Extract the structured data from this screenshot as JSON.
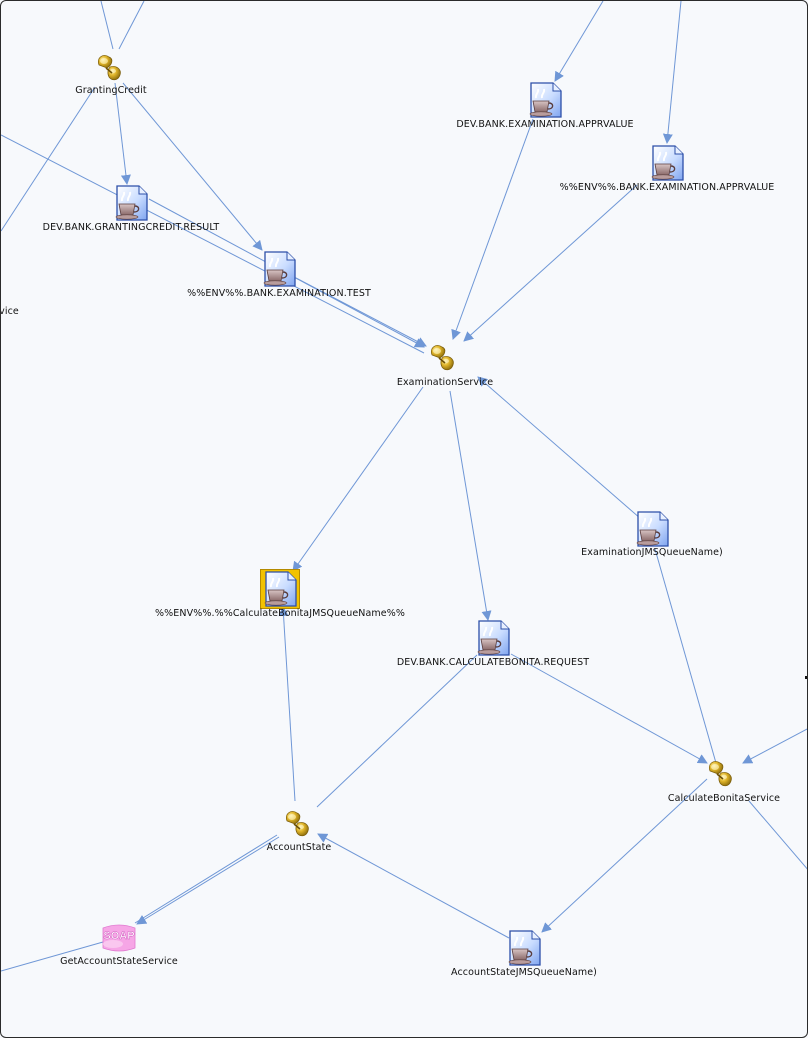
{
  "diagram": {
    "edge_color": "#6f97d6",
    "nodes": [
      {
        "id": "granting-credit",
        "kind": "service",
        "label": "GrantingCredit"
      },
      {
        "id": "dev-bank-examination-apprvalue",
        "kind": "queue",
        "label": "DEV.BANK.EXAMINATION.APPRVALUE"
      },
      {
        "id": "env-bank-examination-apprvalue",
        "kind": "queue",
        "label": "%%ENV%%.BANK.EXAMINATION.APPRVALUE"
      },
      {
        "id": "dev-bank-grantingcredit-result",
        "kind": "queue",
        "label": "DEV.BANK.GRANTINGCREDIT.RESULT"
      },
      {
        "id": "env-bank-examination-test",
        "kind": "queue",
        "label": "%%ENV%%.BANK.EXAMINATION.TEST"
      },
      {
        "id": "partial-service-left",
        "kind": "label-only",
        "label": "vice"
      },
      {
        "id": "examination-service",
        "kind": "service",
        "label": "ExaminationService"
      },
      {
        "id": "examination-jms-queue-name",
        "kind": "queue",
        "label": "ExaminationJMSQueueName)"
      },
      {
        "id": "env-calculate-bonita-jms-queue-name",
        "kind": "queue-selected",
        "label": "%%ENV%%.%%CalculateBonitaJMSQueueName%%"
      },
      {
        "id": "dev-bank-calculatebonita-request",
        "kind": "queue",
        "label": "DEV.BANK.CALCULATEBONITA.REQUEST"
      },
      {
        "id": "calculate-bonita-service",
        "kind": "service",
        "label": "CalculateBonitaService"
      },
      {
        "id": "account-state",
        "kind": "service",
        "label": "AccountState"
      },
      {
        "id": "get-account-state-service",
        "kind": "soap",
        "label": "GetAccountStateService",
        "badge": "SOAP"
      },
      {
        "id": "account-state-jms-queue-name",
        "kind": "queue",
        "label": "AccountStateJMSQueueName)"
      }
    ],
    "edges": [
      {
        "from": "granting-credit",
        "to": "dev-bank-grantingcredit-result",
        "arrow": true
      },
      {
        "from": "granting-credit",
        "to": "env-bank-examination-test",
        "arrow": true
      },
      {
        "from": "dev-bank-examination-apprvalue",
        "to": "examination-service",
        "arrow": true
      },
      {
        "from": "env-bank-examination-apprvalue",
        "to": "examination-service",
        "arrow": true
      },
      {
        "from": "dev-bank-grantingcredit-result",
        "to": "examination-service",
        "arrow": true
      },
      {
        "from": "env-bank-examination-test",
        "to": "examination-service",
        "arrow": true
      },
      {
        "from": "examination-jms-queue-name",
        "to": "examination-service",
        "arrow": true
      },
      {
        "from": "examination-service",
        "to": "env-calculate-bonita-jms-queue-name",
        "arrow": true
      },
      {
        "from": "examination-service",
        "to": "dev-bank-calculatebonita-request",
        "arrow": true
      },
      {
        "from": "examination-jms-queue-name",
        "to": "calculate-bonita-service",
        "arrow": false
      },
      {
        "from": "dev-bank-calculatebonita-request",
        "to": "calculate-bonita-service",
        "arrow": true
      },
      {
        "from": "account-state",
        "to": "env-calculate-bonita-jms-queue-name",
        "arrow": true
      },
      {
        "from": "account-state",
        "to": "dev-bank-calculatebonita-request",
        "arrow": false
      },
      {
        "from": "calculate-bonita-service",
        "to": "account-state-jms-queue-name",
        "arrow": true
      },
      {
        "from": "account-state-jms-queue-name",
        "to": "account-state",
        "arrow": true
      },
      {
        "from": "account-state",
        "to": "get-account-state-service",
        "arrow": true
      },
      {
        "from": "get-account-state-service",
        "to": "account-state",
        "arrow": false
      },
      {
        "from": "offscreen-top-1",
        "to": "granting-credit",
        "arrow": false
      },
      {
        "from": "offscreen-top-2",
        "to": "granting-credit",
        "arrow": false
      },
      {
        "from": "offscreen-top-3",
        "to": "dev-bank-examination-apprvalue",
        "arrow": true
      },
      {
        "from": "offscreen-top-4",
        "to": "env-bank-examination-apprvalue",
        "arrow": true
      },
      {
        "from": "offscreen-left-1",
        "to": "examination-service",
        "arrow": false
      },
      {
        "from": "offscreen-left-2",
        "to": "granting-credit",
        "arrow": false
      },
      {
        "from": "offscreen-right-1",
        "to": "calculate-bonita-service",
        "arrow": true
      },
      {
        "from": "calculate-bonita-service",
        "to": "offscreen-right-2",
        "arrow": false
      },
      {
        "from": "offscreen-left-3",
        "to": "get-account-state-service",
        "arrow": false
      }
    ]
  }
}
